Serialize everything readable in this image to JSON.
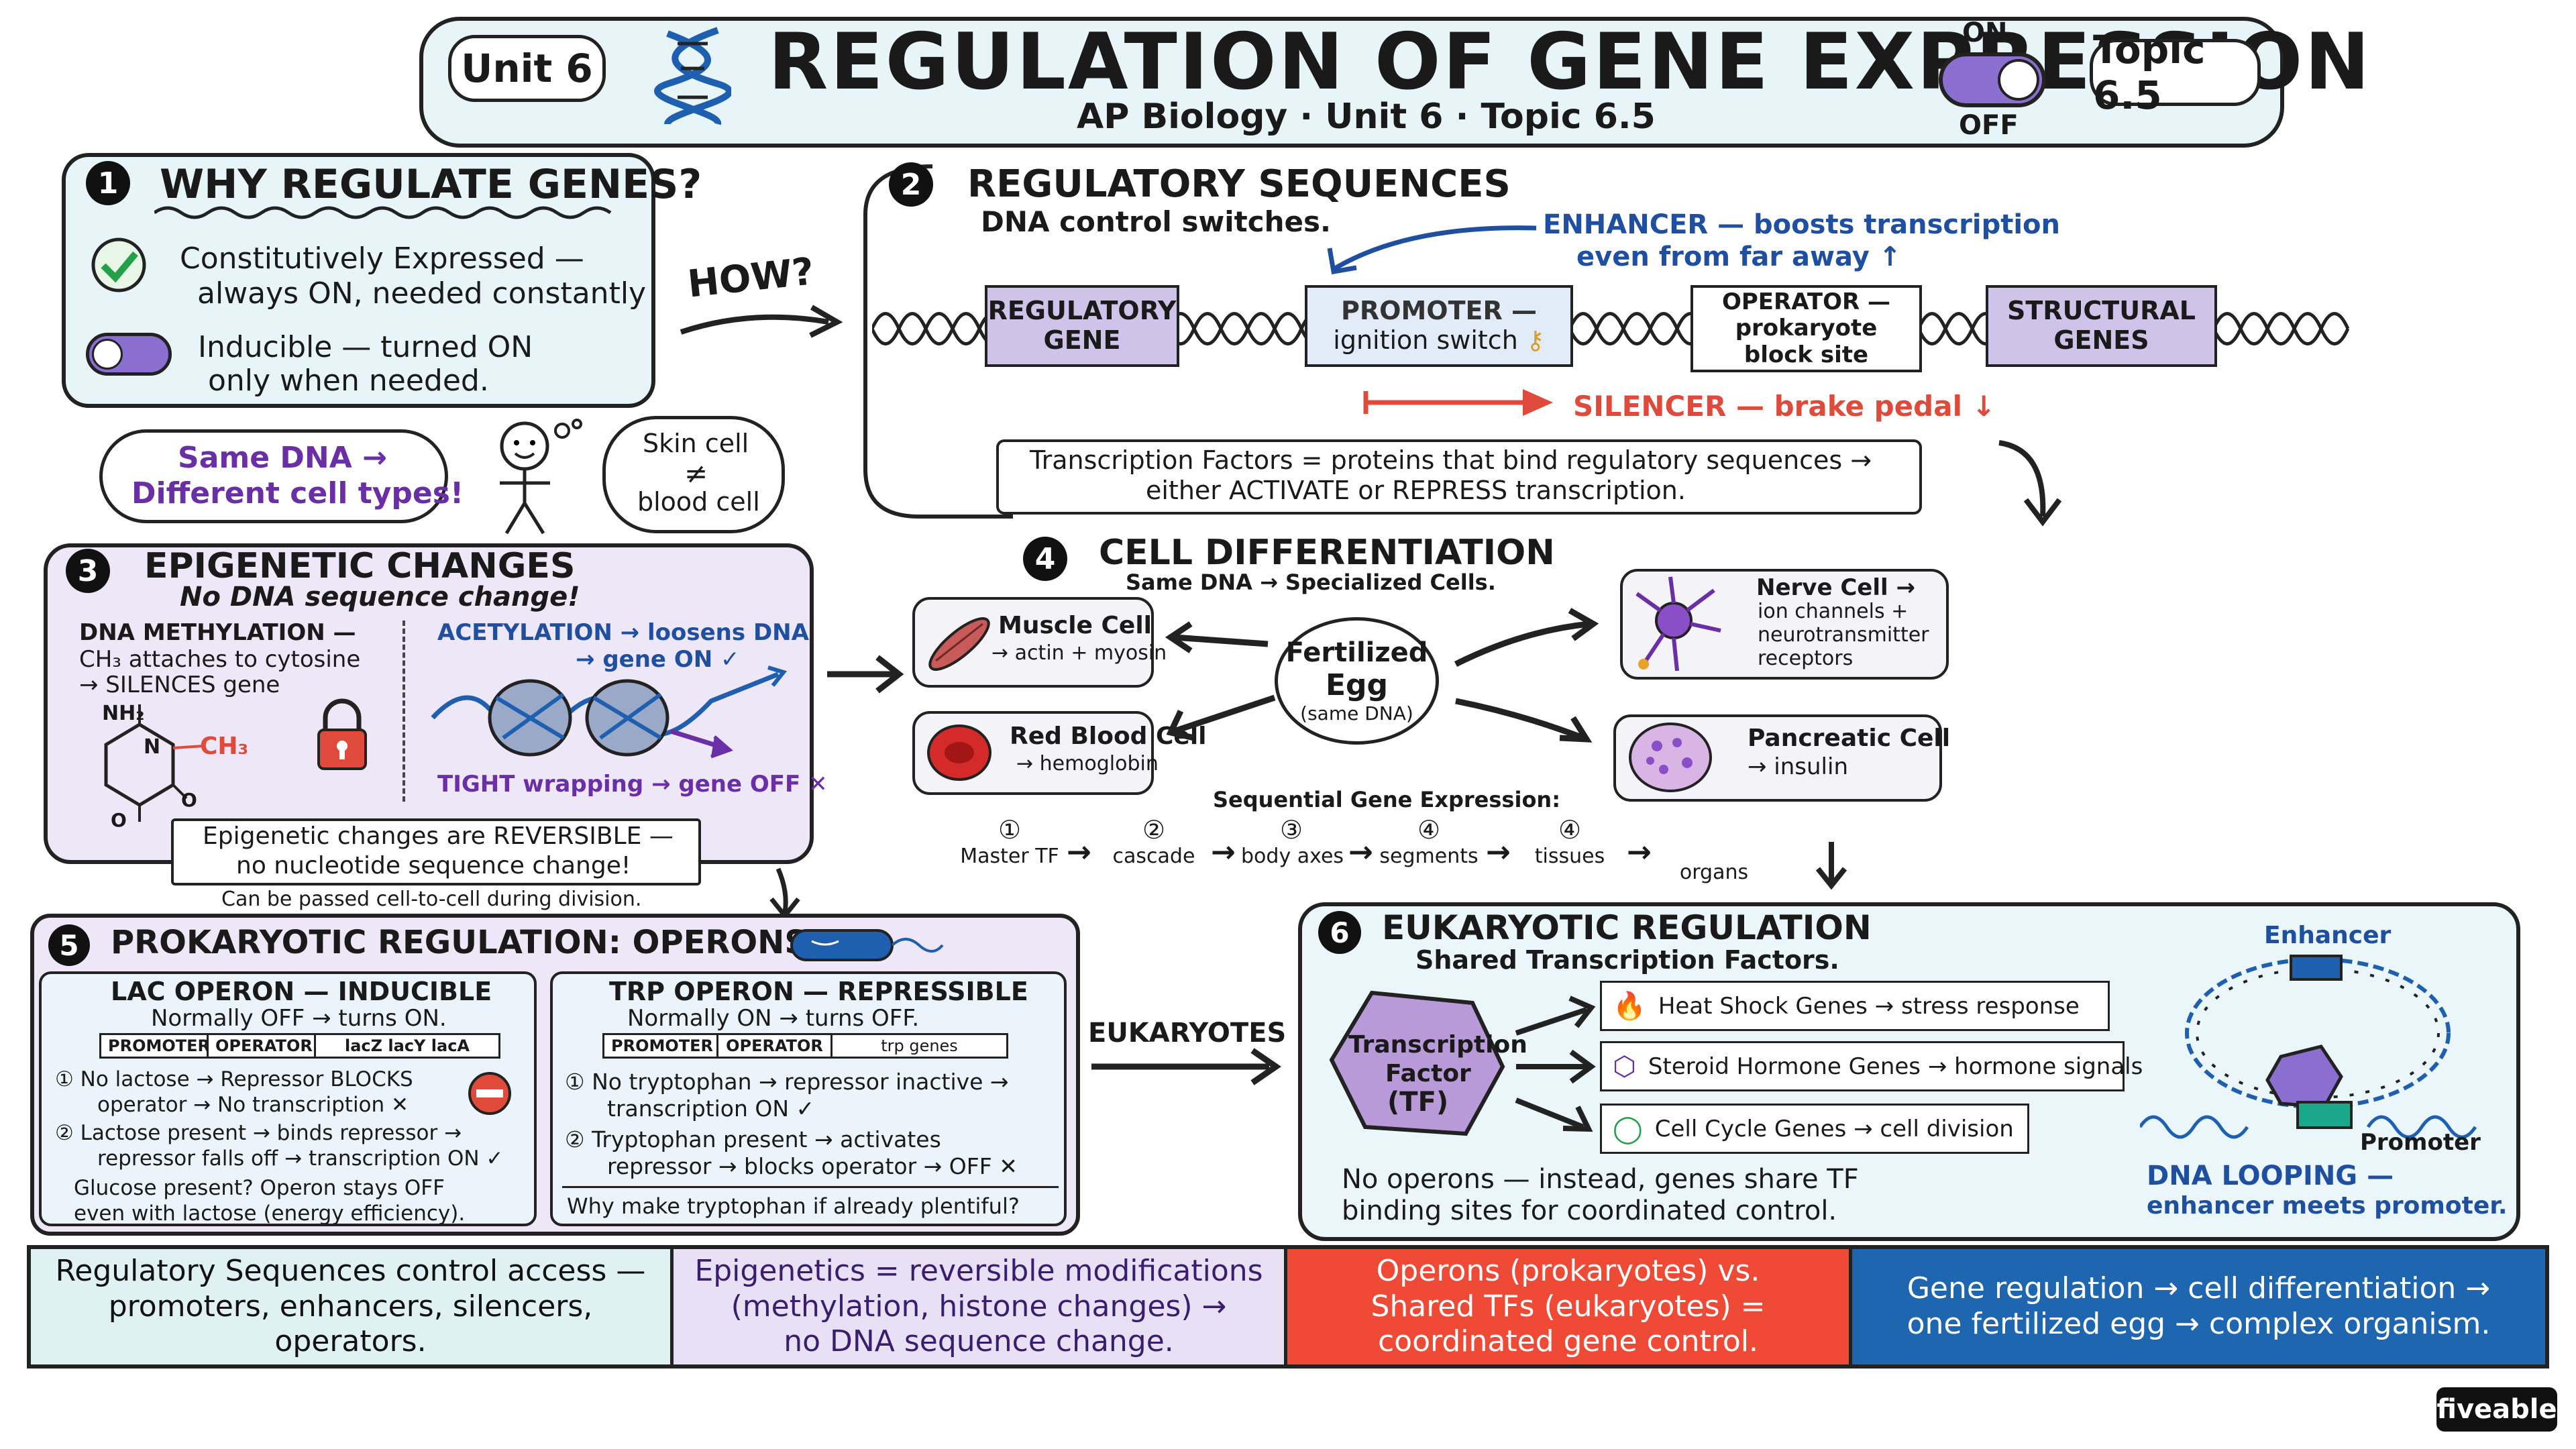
{
  "header": {
    "unit_badge": "Unit 6",
    "title": "REGULATION OF GENE EXPRESSION",
    "subtitle": "AP Biology · Unit 6 · Topic 6.5",
    "topic_badge": "Topic 6.5",
    "switch_on": "ON",
    "switch_off": "OFF"
  },
  "s1": {
    "num": "1",
    "title": "WHY REGULATE GENES?",
    "item1": "Constitutively Expressed —",
    "item1b": "always ON, needed constantly",
    "item2": "Inducible — turned ON",
    "item2b": "only when needed.",
    "how": "HOW?"
  },
  "thoughts": {
    "bubble1a": "Same DNA →",
    "bubble1b": "Different cell types!",
    "bubble2a": "Skin cell",
    "bubble2b": "≠",
    "bubble2c": "blood cell"
  },
  "s2": {
    "num": "2",
    "title": "REGULATORY SEQUENCES",
    "subtitle": "DNA control switches.",
    "enhancer1": "ENHANCER — boosts transcription",
    "enhancer2": "even from far away ↑",
    "reg_gene": "REGULATORY GENE",
    "promoter1": "PROMOTER —",
    "promoter2": "ignition switch",
    "operator1": "OPERATOR —",
    "operator2": "prokaryote",
    "operator3": "block site",
    "structural": "STRUCTURAL GENES",
    "silencer": "SILENCER — brake pedal ↓",
    "tf1": "Transcription Factors = proteins that bind regulatory sequences →",
    "tf2": "either ACTIVATE or REPRESS transcription."
  },
  "s3": {
    "num": "3",
    "title": "EPIGENETIC CHANGES",
    "subtitle": "No DNA sequence change!",
    "meth1": "DNA METHYLATION —",
    "meth2": "CH₃ attaches to cytosine",
    "meth3": "→ SILENCES gene",
    "nh2": "NH₂",
    "ch3": "CH₃",
    "n": "N",
    "o": "O",
    "acet1": "ACETYLATION → loosens DNA",
    "acet2": "→ gene ON ✓",
    "tight": "TIGHT wrapping → gene OFF ✕",
    "rev1": "Epigenetic changes are REVERSIBLE —",
    "rev2": "no nucleotide sequence change!",
    "passed": "Can be passed cell-to-cell during division."
  },
  "s4": {
    "num": "4",
    "title": "CELL DIFFERENTIATION",
    "subtitle": "Same DNA → Specialized Cells.",
    "egg1": "Fertilized",
    "egg2": "Egg",
    "egg3": "(same DNA)",
    "muscle1": "Muscle Cell",
    "muscle2": "→ actin + myosin",
    "rbc1": "Red Blood Cell",
    "rbc2": "→ hemoglobin",
    "nerve1": "Nerve Cell →",
    "nerve2": "ion channels +",
    "nerve3": "neurotransmitter",
    "nerve4": "receptors",
    "pan1": "Pancreatic Cell",
    "pan2": "→ insulin",
    "seq_title": "Sequential Gene Expression:",
    "seq": [
      {
        "n": "①",
        "label": "Master TF"
      },
      {
        "n": "②",
        "label": "cascade"
      },
      {
        "n": "③",
        "label": "body axes"
      },
      {
        "n": "④",
        "label": "segments"
      },
      {
        "n": "④",
        "label": "tissues"
      },
      {
        "n": "",
        "label": "organs"
      }
    ]
  },
  "s5": {
    "num": "5",
    "title": "PROKARYOTIC REGULATION: OPERONS",
    "lac_title": "LAC OPERON — INDUCIBLE",
    "lac_sub": "Normally OFF → turns ON.",
    "lac_cells": [
      "PROMOTER",
      "OPERATOR",
      "lacZ lacY lacA"
    ],
    "lac_1a": "① No lactose → Repressor BLOCKS",
    "lac_1b": "operator → No transcription ✕",
    "lac_2a": "② Lactose present → binds repressor →",
    "lac_2b": "repressor falls off → transcription ON ✓",
    "lac_3a": "Glucose present? Operon stays OFF",
    "lac_3b": "even with lactose (energy efficiency).",
    "trp_title": "TRP OPERON — REPRESSIBLE",
    "trp_sub": "Normally ON → turns OFF.",
    "trp_cells": [
      "PROMOTER",
      "OPERATOR",
      "trp genes"
    ],
    "trp_1a": "① No tryptophan → repressor inactive →",
    "trp_1b": "transcription ON ✓",
    "trp_2a": "② Tryptophan present → activates",
    "trp_2b": "repressor → blocks operator → OFF ✕",
    "trp_3": "Why make tryptophan if already plentiful?",
    "eukaryotes": "EUKARYOTES"
  },
  "s6": {
    "num": "6",
    "title": "EUKARYOTIC REGULATION",
    "subtitle": "Shared Transcription Factors.",
    "tf1": "Transcription",
    "tf2": "Factor",
    "tf3": "(TF)",
    "gene1": "Heat Shock Genes → stress response",
    "gene2": "Steroid Hormone Genes → hormone signals",
    "gene3": "Cell Cycle Genes → cell division",
    "note1": "No operons — instead, genes share TF",
    "note2": "binding sites for coordinated control.",
    "enhancer": "Enhancer",
    "promoter": "Promoter",
    "loop1": "DNA LOOPING —",
    "loop2": "enhancer meets promoter."
  },
  "summary": [
    {
      "l1": "Regulatory Sequences control access —",
      "l2": "promoters, enhancers, silencers, operators.",
      "l3": ""
    },
    {
      "l1": "Epigenetics = reversible modifications",
      "l2": "(methylation, histone changes) →",
      "l3": "no DNA sequence change."
    },
    {
      "l1": "Operons (prokaryotes) vs.",
      "l2": "Shared TFs (eukaryotes) =",
      "l3": "coordinated gene control."
    },
    {
      "l1": "Gene regulation → cell differentiation →",
      "l2": "one fertilized egg → complex organism.",
      "l3": ""
    }
  ],
  "brand": "fiveable",
  "colors": {
    "lavender": "#cfc3ea",
    "blue_text": "#1f4fa0",
    "red": "#e04a3a",
    "purple": "#6a2fa6",
    "teal_band": "#dff1f3",
    "lav_band": "#e8e0f5",
    "red_band": "#ef4a36",
    "blue_band": "#1e67b0"
  }
}
